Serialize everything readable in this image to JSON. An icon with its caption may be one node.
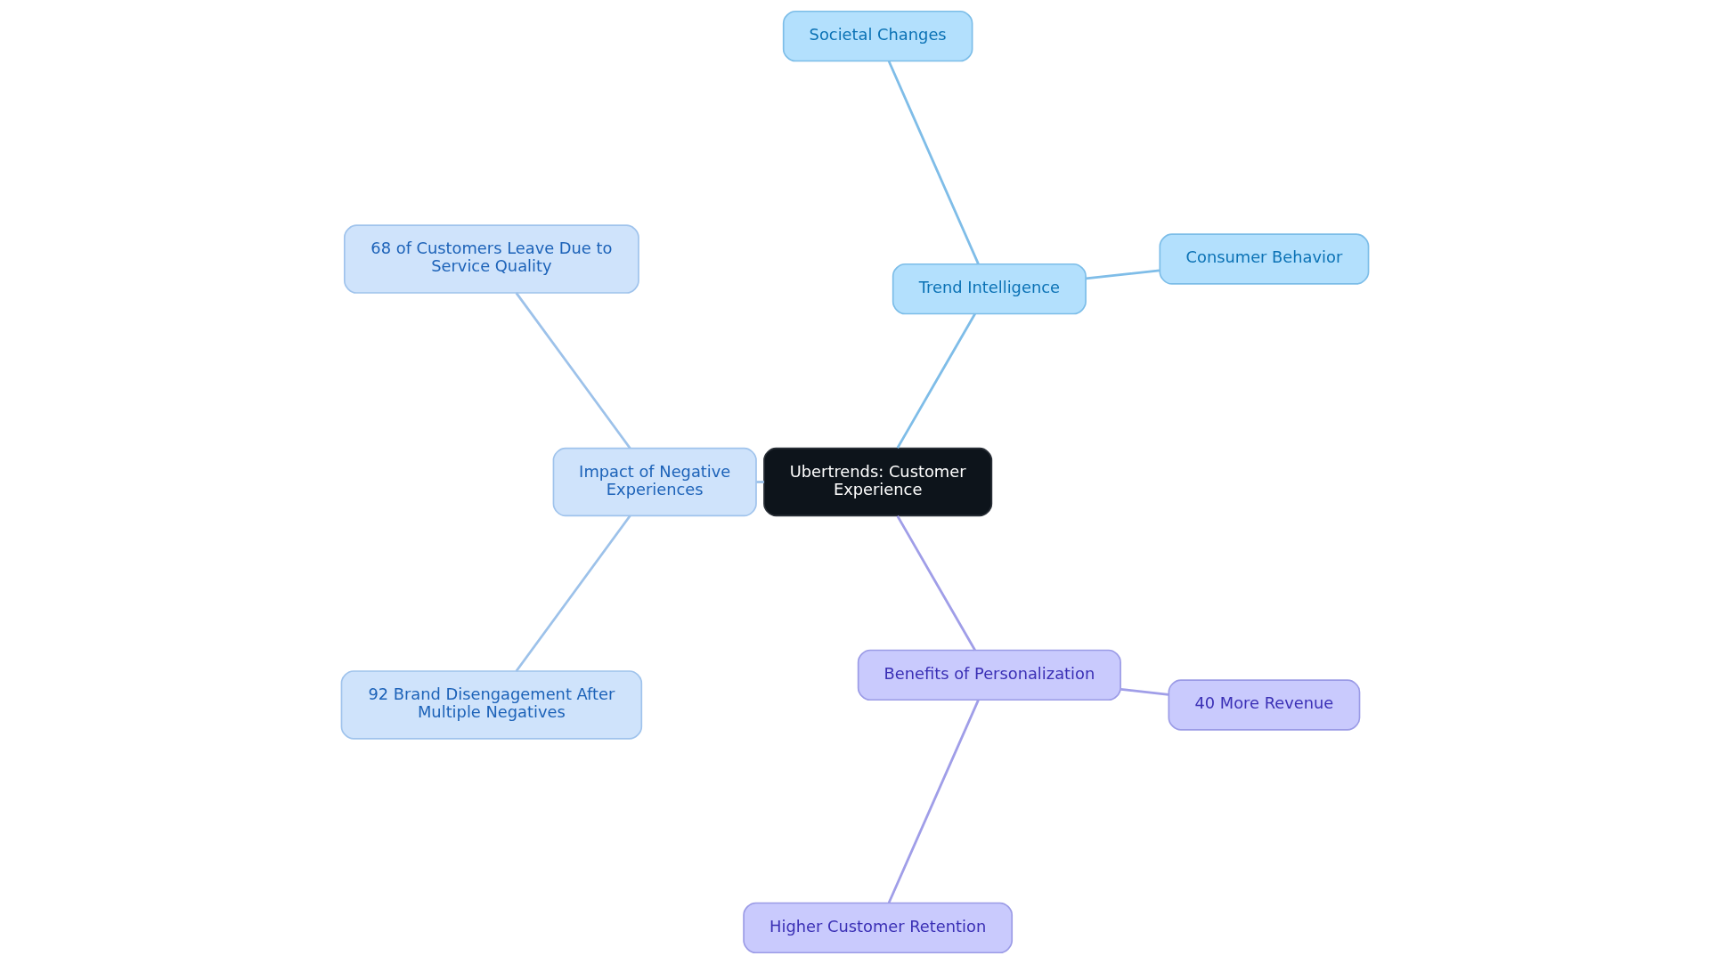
{
  "diagram": {
    "nodes": [
      {
        "text": [
          "Ubertrends: Customer Experience"
        ]
      },
      {
        "text": [
          "Trend Intelligence"
        ]
      },
      {
        "text": [
          "Consumer Behavior"
        ]
      },
      {
        "text": [
          "Societal Changes"
        ]
      },
      {
        "text": [
          "Impact of Negative Experiences"
        ]
      },
      {
        "text": [
          "68 of Customers Leave Due to Service Quality"
        ]
      },
      {
        "text": [
          "92 Brand Disengagement After Multiple Negatives"
        ]
      },
      {
        "text": [
          "Benefits of Personalization"
        ]
      },
      {
        "text": [
          "Higher Customer Retention"
        ]
      },
      {
        "text": [
          "40 More Revenue"
        ]
      }
    ],
    "edges": [
      {
        "from": 0,
        "to": 1,
        "arrow": "none",
        "color": "#7fbde8"
      },
      {
        "from": 1,
        "to": 2,
        "arrow": "none",
        "color": "#7fbde8"
      },
      {
        "from": 1,
        "to": 3,
        "arrow": "none",
        "color": "#7fbde8"
      },
      {
        "from": 0,
        "to": 4,
        "arrow": "none",
        "color": "#9dc2ea"
      },
      {
        "from": 4,
        "to": 5,
        "arrow": "none",
        "color": "#9dc2ea"
      },
      {
        "from": 4,
        "to": 6,
        "arrow": "none",
        "color": "#9dc2ea"
      },
      {
        "from": 0,
        "to": 7,
        "arrow": "none",
        "color": "#a09ee8"
      },
      {
        "from": 7,
        "to": 8,
        "arrow": "none",
        "color": "#a09ee8"
      },
      {
        "from": 7,
        "to": 9,
        "arrow": "none",
        "color": "#a09ee8"
      }
    ]
  }
}
